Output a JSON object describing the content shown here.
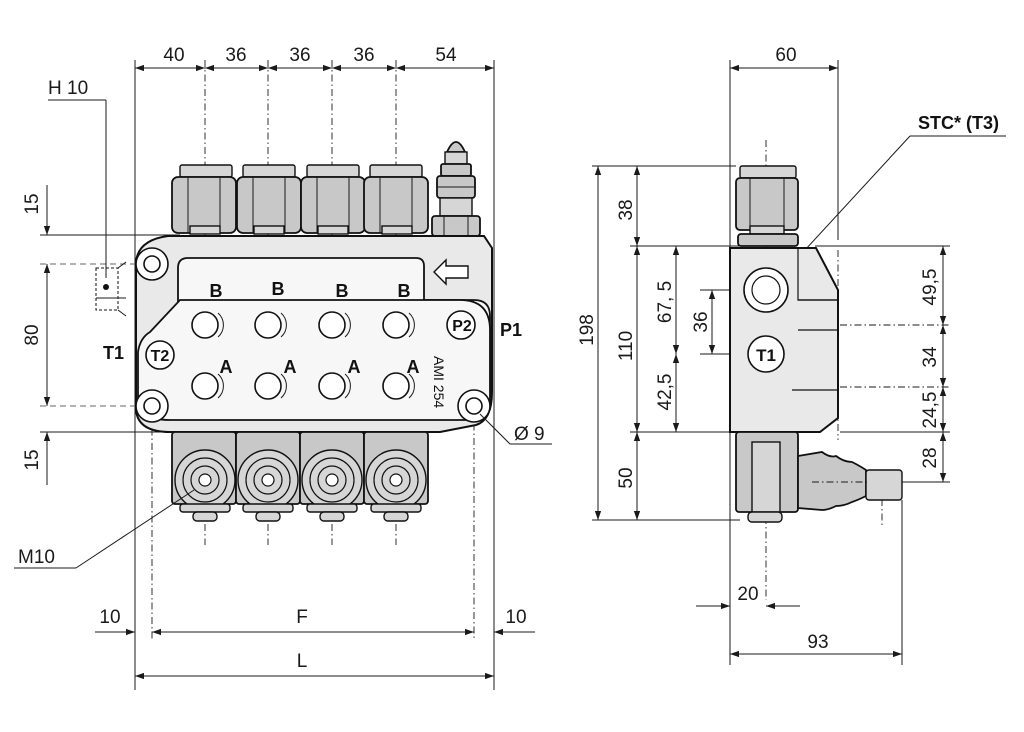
{
  "front_view": {
    "top_dims": [
      "40",
      "36",
      "36",
      "36",
      "54"
    ],
    "left_dims": [
      "15",
      "80",
      "15"
    ],
    "bottom_dims": {
      "left_margin": "10",
      "F": "F",
      "right_margin": "10",
      "L": "L"
    },
    "callouts": {
      "h10": "H 10",
      "m10": "M10",
      "dia9": "Ø 9"
    },
    "ports": {
      "B": [
        "B",
        "B",
        "B",
        "B"
      ],
      "A": [
        "A",
        "A",
        "A",
        "A"
      ],
      "T1": "T1",
      "T2": "T2",
      "P1": "P1",
      "P2": "P2"
    },
    "model": "AMI 254"
  },
  "side_view": {
    "top_dim": "60",
    "stc": "STC* (T3)",
    "left_dims": {
      "overall": "198",
      "d38": "38",
      "d110": "110",
      "d50": "50",
      "d67_5": "67, 5",
      "d36": "36",
      "d42_5": "42,5"
    },
    "right_dims": {
      "d49_5": "49,5",
      "d34": "34",
      "d24_5": "24,5",
      "d28": "28"
    },
    "bottom_dims": {
      "d20": "20",
      "d93": "93"
    },
    "port_t1": "T1"
  }
}
